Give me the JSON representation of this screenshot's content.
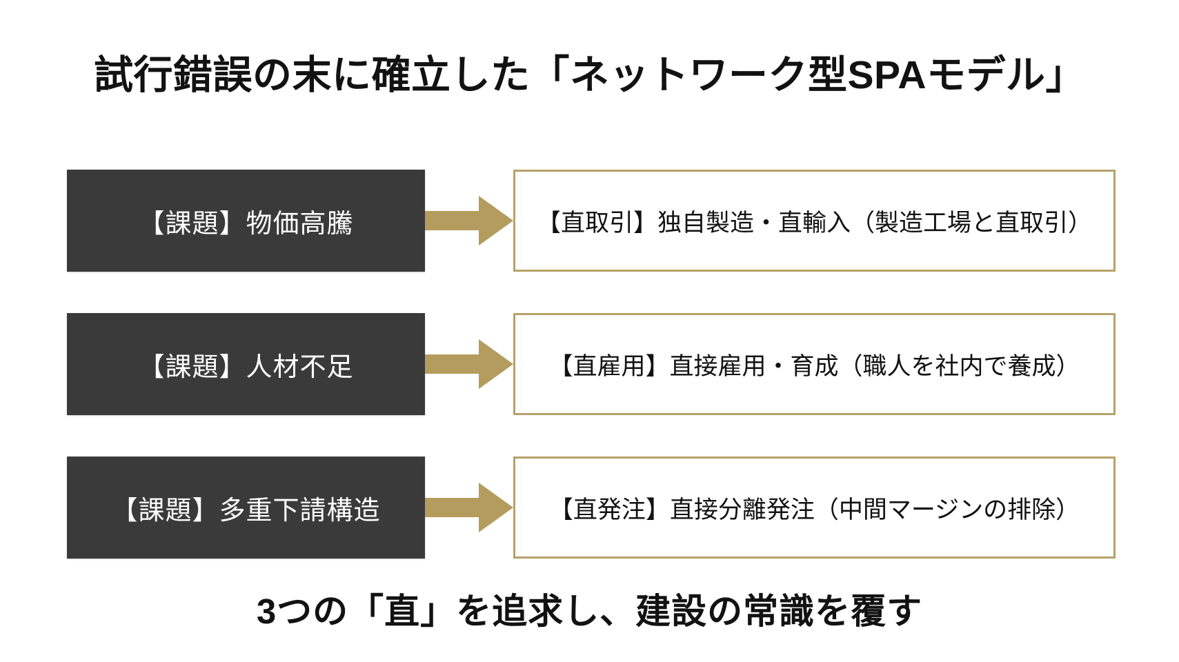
{
  "slide": {
    "title": "試行錯誤の末に確立した「ネットワーク型SPAモデル」",
    "caption": "3つの「直」を追求し、建設の常識を覆す",
    "background_color": "#ffffff",
    "problem_box_color": "#3a3a3a",
    "solution_border_color": "#b5a269",
    "arrow_color": "#b49c5f",
    "text_color": "#121212"
  },
  "rows": [
    {
      "problem": "【課題】物価高騰",
      "arrow": "right-arrow-icon",
      "solution": "【直取引】独自製造・直輸入（製造工場と直取引）"
    },
    {
      "problem": "【課題】人材不足",
      "arrow": "right-arrow-icon",
      "solution": "【直雇用】直接雇用・育成（職人を社内で養成）"
    },
    {
      "problem": "【課題】多重下請構造",
      "arrow": "right-arrow-icon",
      "solution": "【直発注】直接分離発注（中間マージンの排除）"
    }
  ]
}
